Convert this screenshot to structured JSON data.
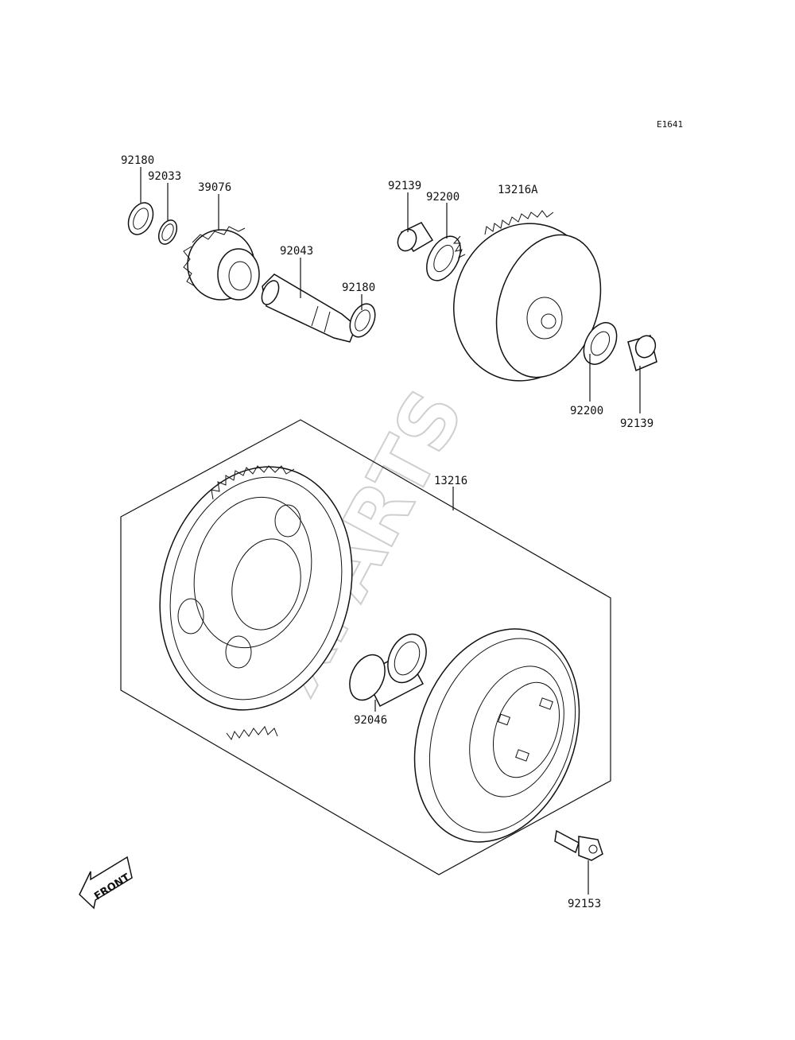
{
  "diagram": {
    "code": "E1641",
    "watermark": "XPARTS",
    "front_label": "FRONT",
    "labels": {
      "p92180_a": "92180",
      "p92033": "92033",
      "p39076": "39076",
      "p92043": "92043",
      "p92180_b": "92180",
      "p92139_a": "92139",
      "p92200_a": "92200",
      "p13216A": "13216A",
      "p92200_b": "92200",
      "p92139_b": "92139",
      "p13216": "13216",
      "p92046": "92046",
      "p92153": "92153"
    }
  }
}
